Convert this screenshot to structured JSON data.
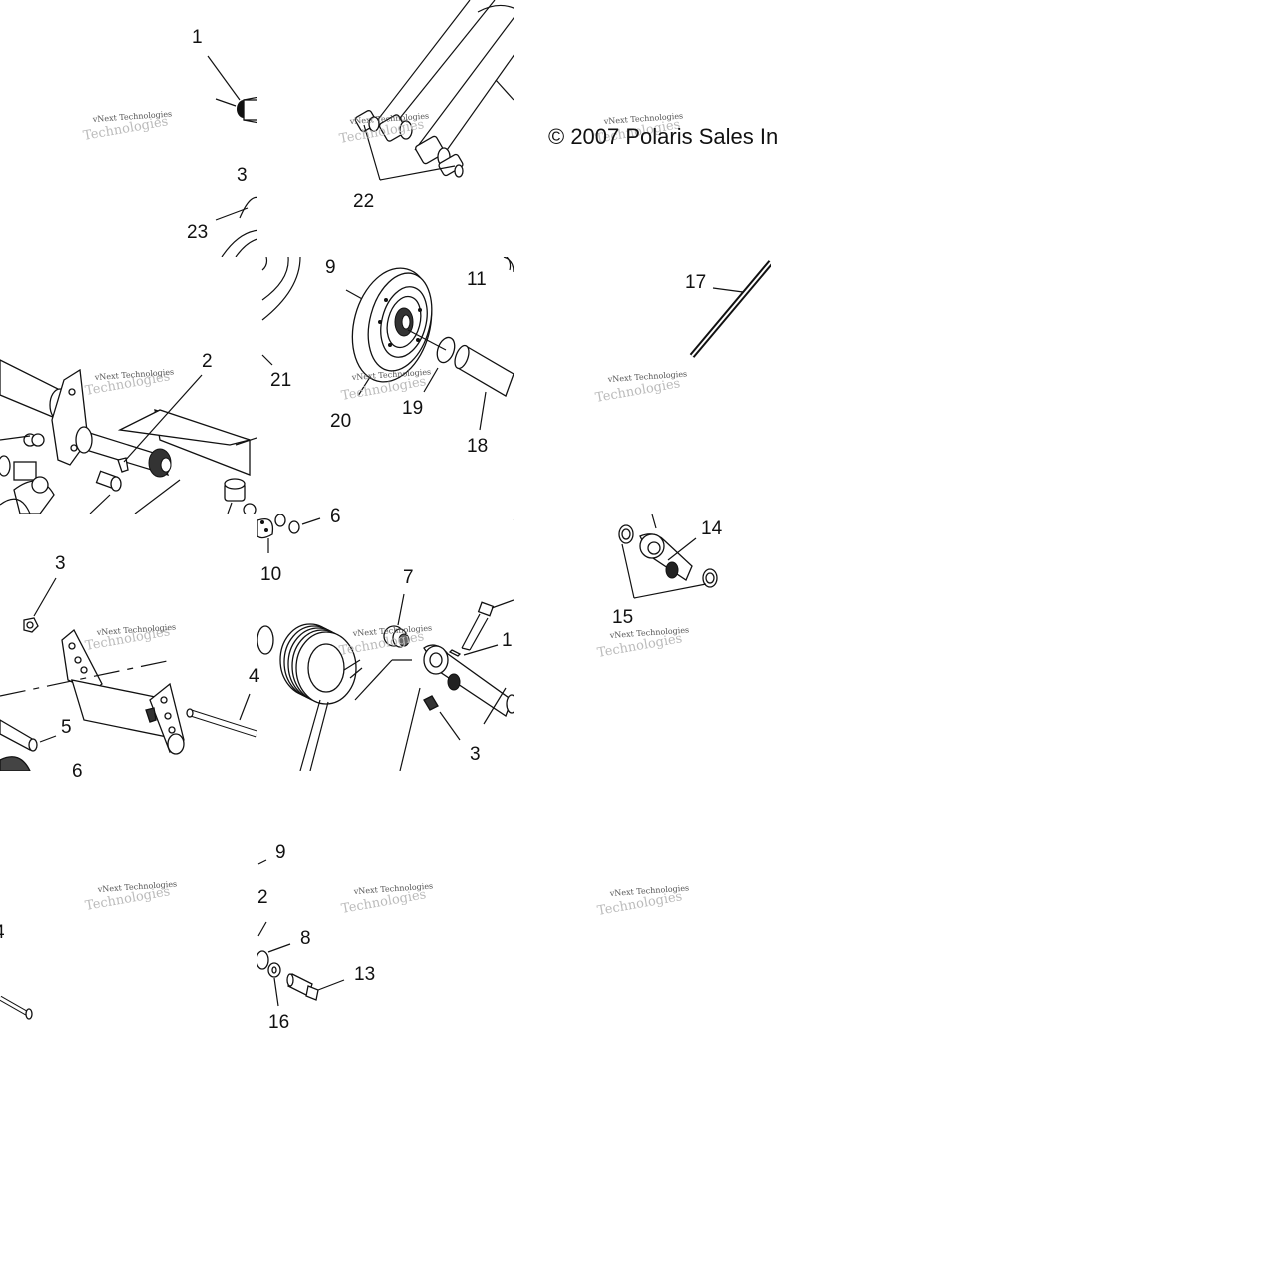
{
  "copyright": "© 2007 Polaris Sales In",
  "watermark": {
    "small": "vNext Technologies",
    "large": "Technologies"
  },
  "callouts": [
    "1",
    "22",
    "3",
    "23",
    "9",
    "11",
    "17",
    "2",
    "21",
    "19",
    "20",
    "18",
    "6",
    "10",
    "14",
    "15",
    "3",
    "7",
    "1",
    "4",
    "5",
    "6",
    "3",
    "9",
    "2",
    "4",
    "8",
    "13",
    "16"
  ]
}
